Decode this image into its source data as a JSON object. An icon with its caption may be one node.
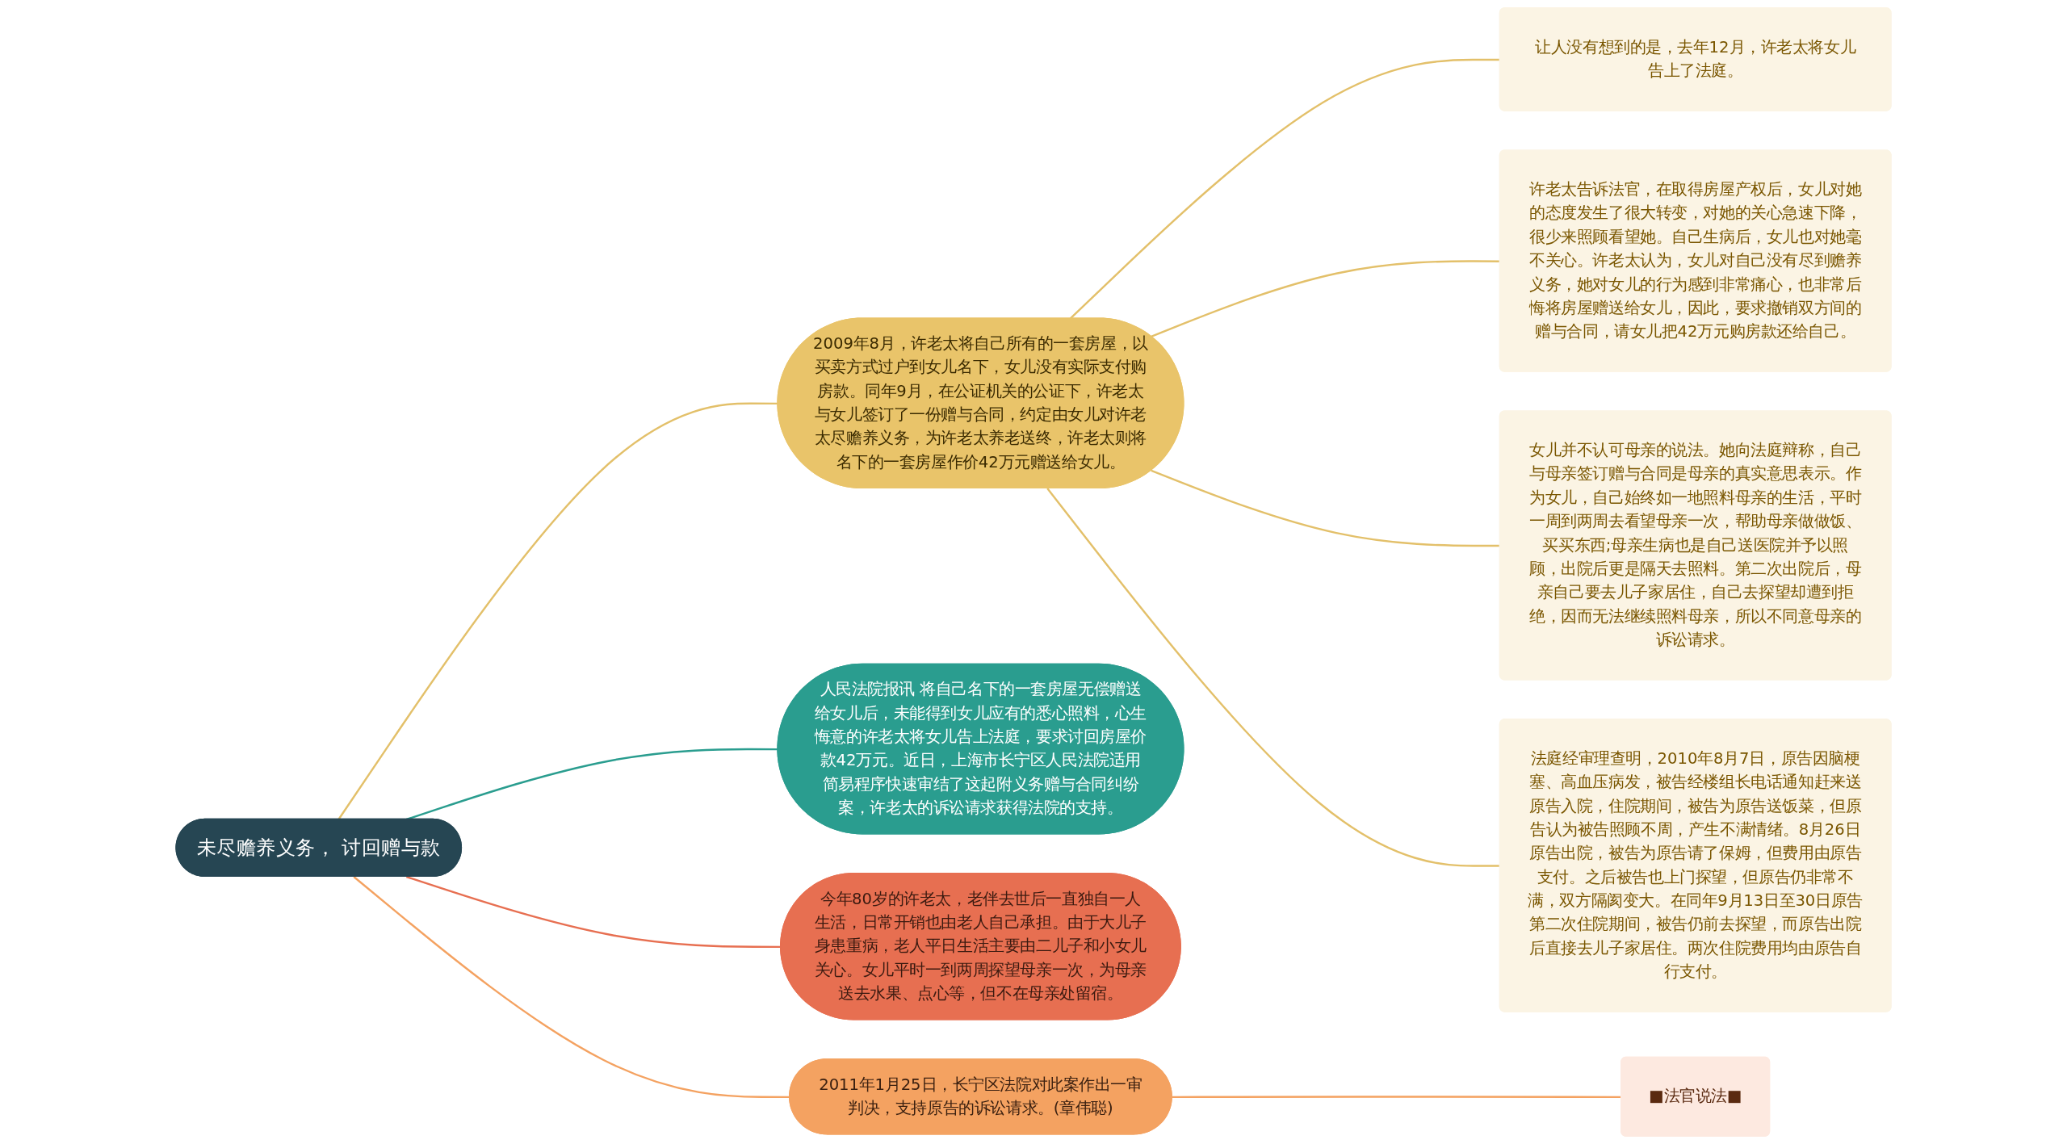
{
  "diagram": {
    "nodes": [
      {
        "text": [
          "未尽赡养义务， 讨回赠与款"
        ]
      },
      {
        "text": [
          "人民法院报讯 将自己名下的一套房屋无偿赠送给女儿后，未能得到女儿应有的悉心照料，心生悔意的许老太将女儿告上法庭，要求讨回房屋价款42万元。近日，上海市长宁区人民法院适用简易程序快速审结了这起附义务赠与合同纠纷案，许老太的诉讼请求获得法院的支持。"
        ]
      },
      {
        "text": [
          "2009年8月，许老太将自己所有的一套房屋，以买卖方式过户到女儿名下，女儿没有实际支付购房款。同年9月，在公证机关的公证下，许老太与女儿签订了一份赠与合同，约定由女儿对许老太尽赡养义务，为许老太养老送终，许老太则将名下的一套房屋作价42万元赠送给女儿。"
        ]
      },
      {
        "text": [
          "让人没有想到的是，去年12月，许老太将女儿告上了法庭。"
        ]
      },
      {
        "text": [
          "许老太告诉法官，在取得房屋产权后，女儿对她的态度发生了很大转变，对她的关心急速下降，很少来照顾看望她。自己生病后，女儿也对她毫不关心。许老太认为，女儿对自己没有尽到赡养义务，她对女儿的行为感到非常痛心，也非常后悔将房屋赠送给女儿，因此，要求撤销双方间的赠与合同，请女儿把42万元购房款还给自己。"
        ]
      },
      {
        "text": [
          "女儿并不认可母亲的说法。她向法庭辩称，自己与母亲签订赠与合同是母亲的真实意思表示。作为女儿，自己始终如一地照料母亲的生活，平时一周到两周去看望母亲一次，帮助母亲做做饭、买买东西;母亲生病也是自己送医院并予以照顾，出院后更是隔天去照料。第二次出院后，母亲自己要去儿子家居住，自己去探望却遭到拒绝，因而无法继续照料母亲，所以不同意母亲的诉讼请求。"
        ]
      },
      {
        "text": [
          "法庭经审理查明，2010年8月7日，原告因脑梗塞、高血压病发，被告经楼组长电话通知赶来送原告入院，住院期间，被告为原告送饭菜，但原告认为被告照顾不周，产生不满情绪。8月26日原告出院，被告为原告请了保姆，但费用由原告支付。之后被告也上门探望，但原告仍非常不满，双方隔阂变大。在同年9月13日至30日原告第二次住院期间，被告仍前去探望，而原告出院后直接去儿子家居住。两次住院费用均由原告自行支付。"
        ]
      },
      {
        "text": [
          "今年80岁的许老太，老伴去世后一直独自一人生活，日常开销也由老人自己承担。由于大儿子身患重病，老人平日生活主要由二儿子和小女儿关心。女儿平时一到两周探望母亲一次，为母亲送去水果、点心等，但不在母亲处留宿。"
        ]
      },
      {
        "text": [
          "2011年1月25日，长宁区法院对此案作出一审判决，支持原告的诉讼请求。(章伟聪)"
        ]
      },
      {
        "text": [
          "■法官说法■"
        ]
      }
    ],
    "edges": [
      {
        "from": 0,
        "to": 1,
        "arrow": "none",
        "color": "#2a9d8f"
      },
      {
        "from": 0,
        "to": 2,
        "arrow": "none"
      },
      {
        "from": 2,
        "to": 3,
        "arrow": "none"
      },
      {
        "from": 2,
        "to": 4,
        "arrow": "none"
      },
      {
        "from": 2,
        "to": 5,
        "arrow": "none"
      },
      {
        "from": 2,
        "to": 6,
        "arrow": "none"
      },
      {
        "from": 0,
        "to": 7,
        "arrow": "none",
        "color": "#e76f51"
      },
      {
        "from": 0,
        "to": 8,
        "arrow": "none",
        "color": "#f4a261"
      },
      {
        "from": 8,
        "to": 9,
        "arrow": "none",
        "color": "#f4a261"
      }
    ]
  }
}
